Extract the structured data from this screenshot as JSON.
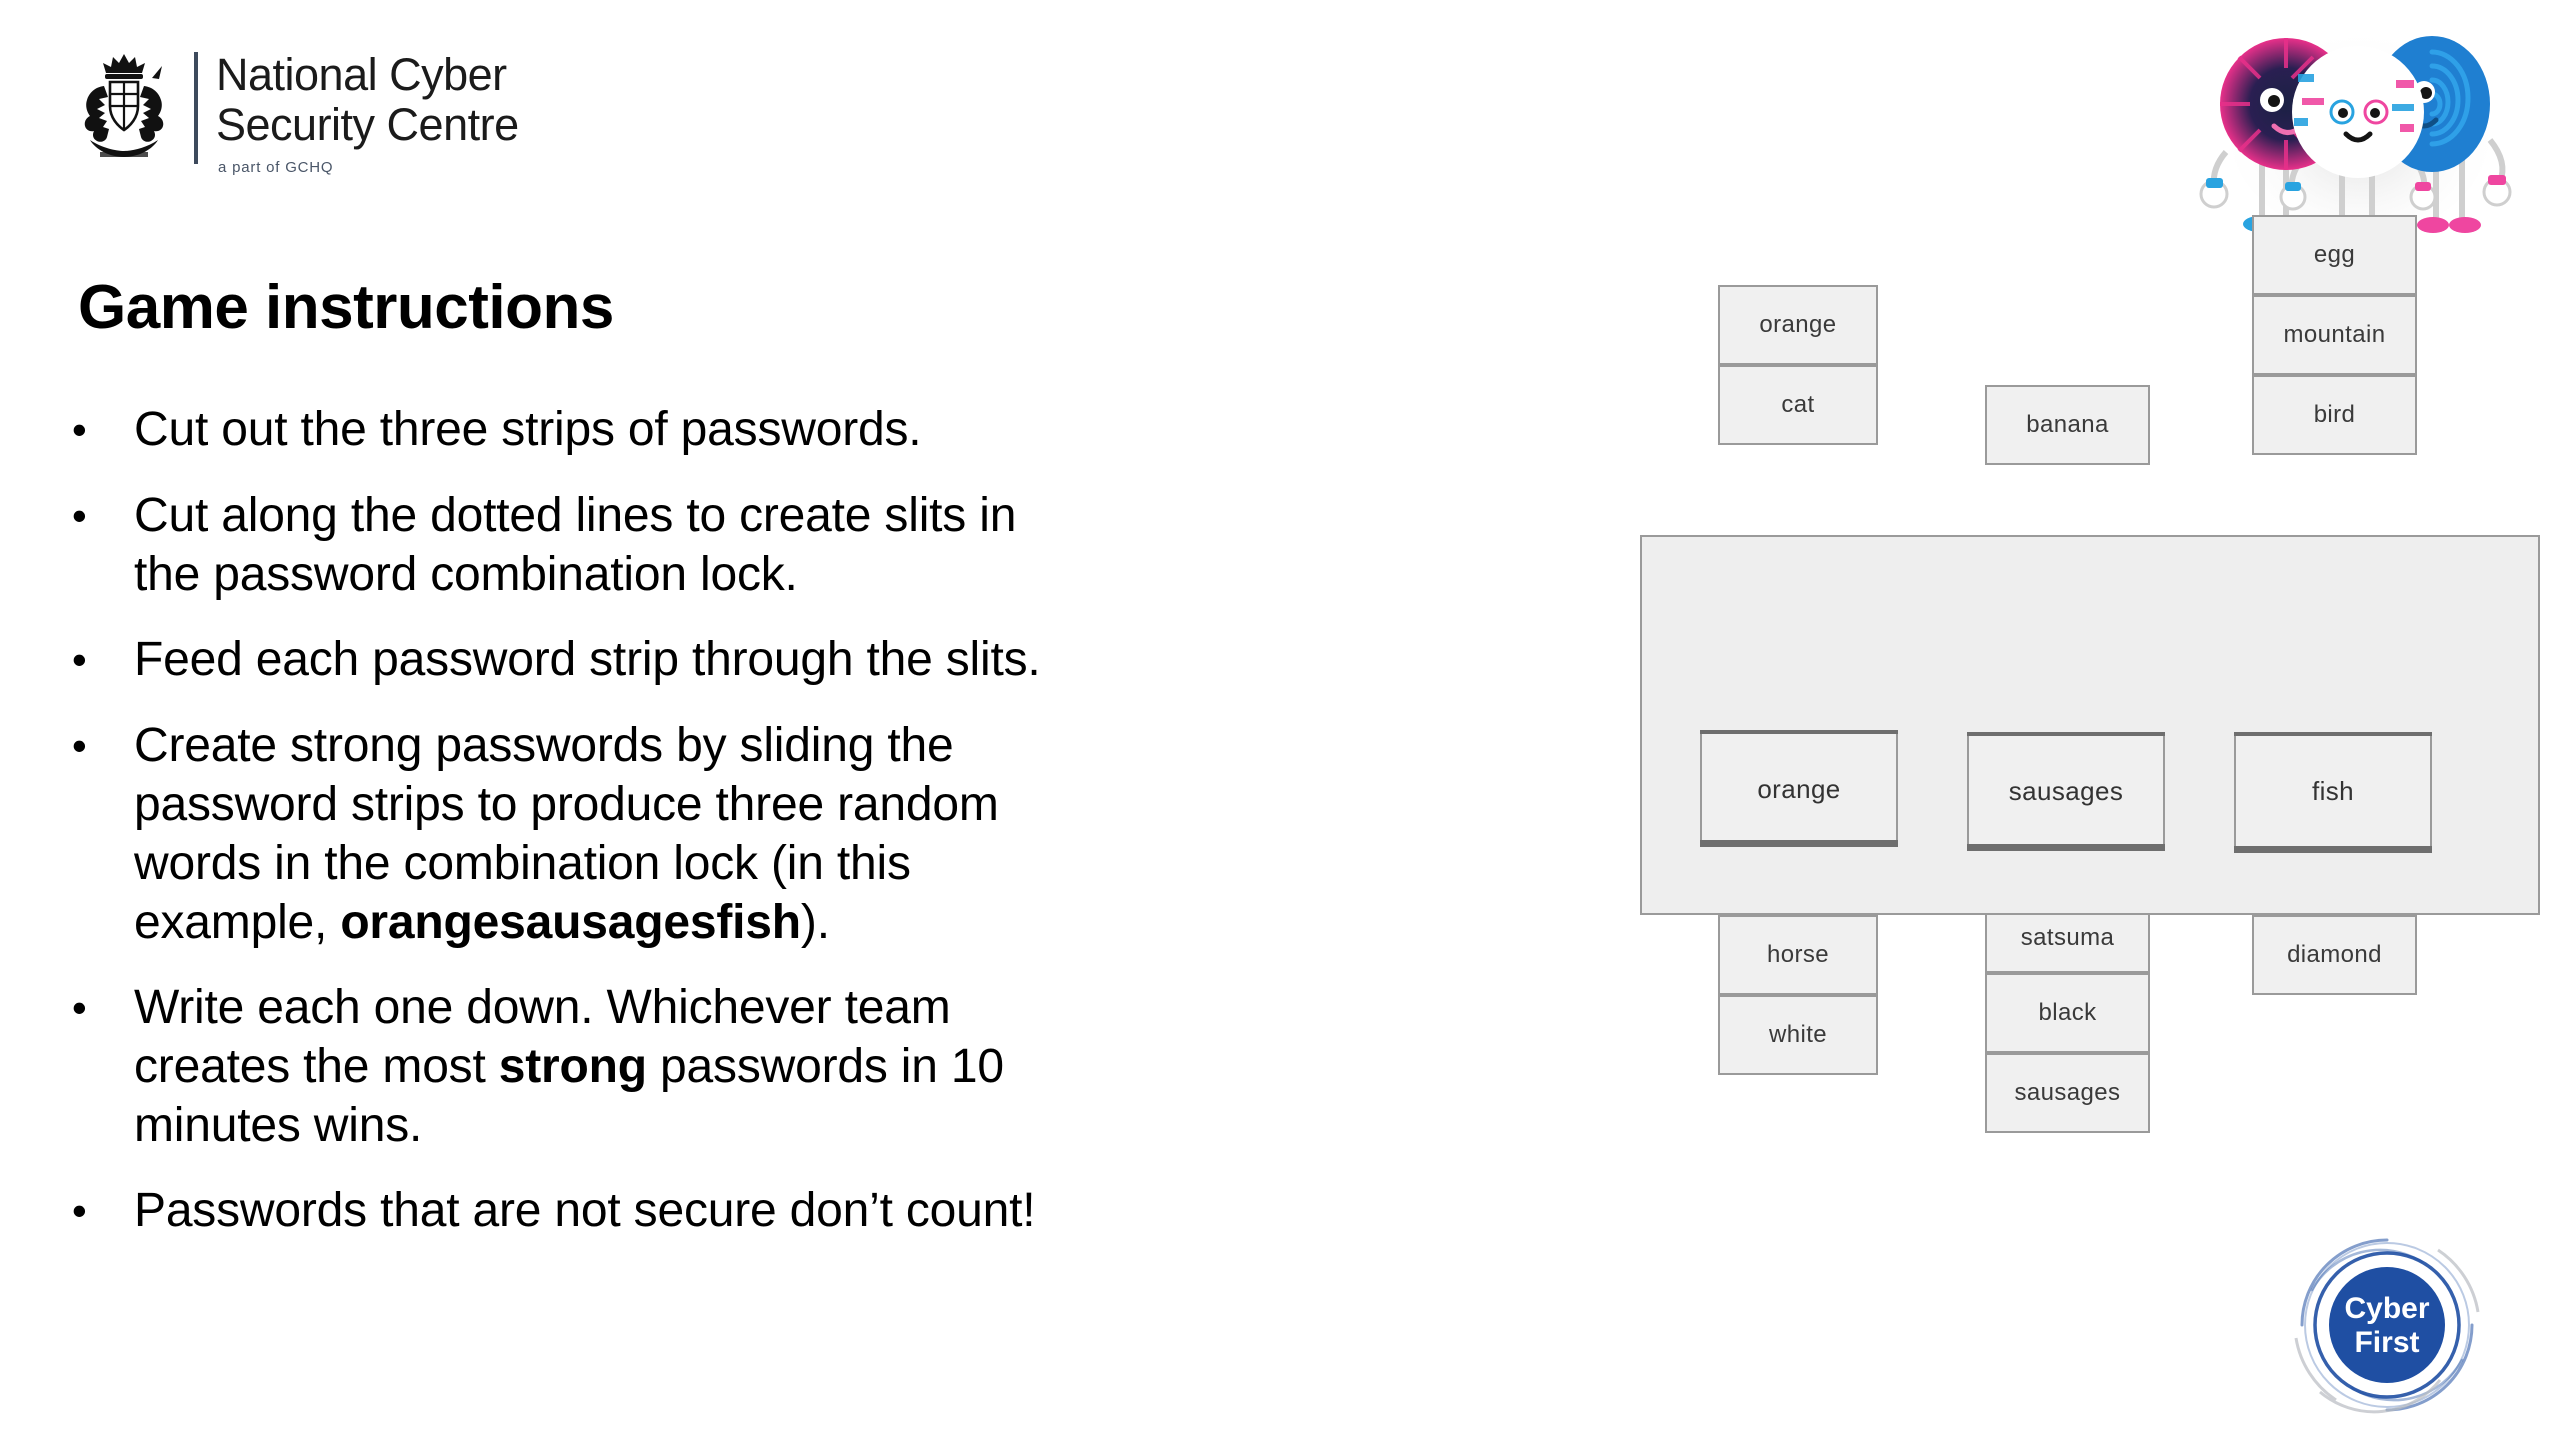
{
  "brand": {
    "logo_line1": "National Cyber",
    "logo_line2": "Security Centre",
    "tagline": "a part of GCHQ",
    "crest_icon": "royal-crest-icon",
    "cyberfirst_line1": "Cyber",
    "cyberfirst_line2": "First",
    "mascots_icon": "ncsc-mascots-icon",
    "accent_blue": "#1f4fa3",
    "accent_magenta": "#e8308a",
    "accent_navy": "#1b2a4a"
  },
  "slide": {
    "title": "Game instructions",
    "bullet_marker": "•"
  },
  "instructions": [
    {
      "text": "Cut out the three strips of passwords."
    },
    {
      "text": "Cut along the dotted lines to create slits in the password combination lock."
    },
    {
      "text": "Feed each password strip through the slits."
    },
    {
      "pre": "Create strong passwords by sliding the password strips to produce three random words in the combination lock (in this example",
      "mid_sep": ", ",
      "bold": "orangesausagesfish",
      "post": ")."
    },
    {
      "pre": "Write each one down. Whichever team creates the most ",
      "bold": "strong",
      "post": " passwords in 10 minutes wins."
    },
    {
      "text": "Passwords that are not secure don’t count!"
    }
  ],
  "lock": {
    "columns": [
      {
        "name": "column-1",
        "above": [
          "orange",
          "cat"
        ],
        "window": "orange",
        "below": [
          "horse",
          "white"
        ]
      },
      {
        "name": "column-2",
        "above": [
          "banana"
        ],
        "window": "sausages",
        "below": [
          "satsuma",
          "black",
          "sausages"
        ]
      },
      {
        "name": "column-3",
        "above": [
          "egg",
          "mountain",
          "bird"
        ],
        "window": "fish",
        "below": [
          "diamond"
        ]
      }
    ]
  }
}
